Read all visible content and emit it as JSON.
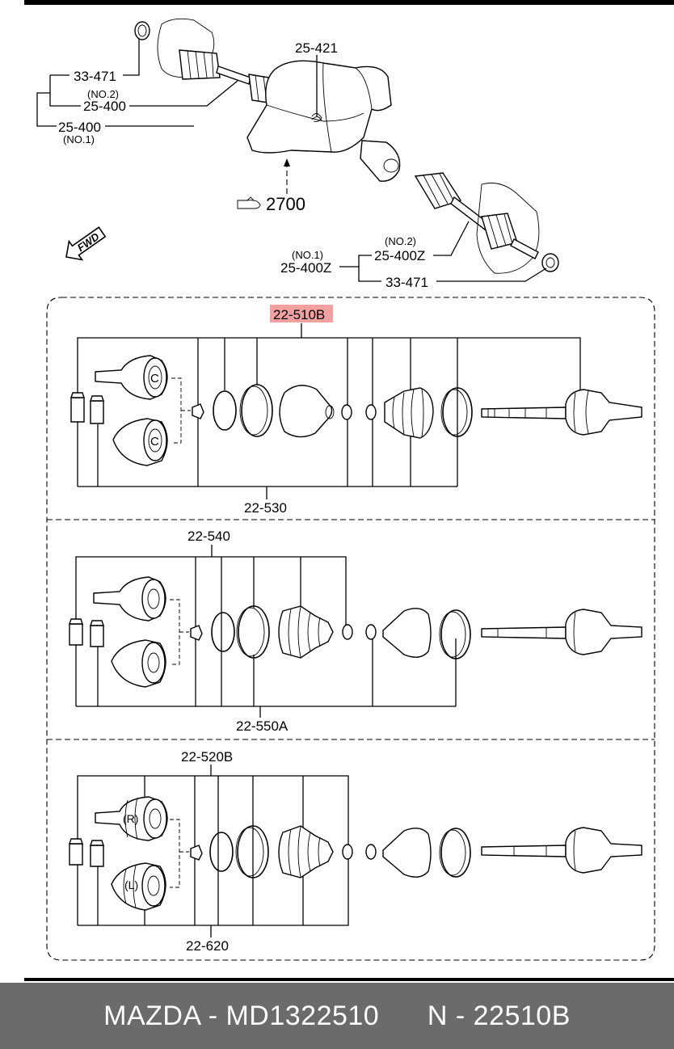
{
  "labels": {
    "p33471_top": "33-471",
    "no2_top": "(NO.2)",
    "p25400_no2": "25-400",
    "p25400_no1": "25-400",
    "no1_top": "(NO.1)",
    "p25421": "25-421",
    "p2700": "2700",
    "fwd": "FWD",
    "no2_right": "(NO.2)",
    "p25400z_no2": "25-400Z",
    "no1_right": "(NO.1)",
    "p25400z_no1": "25-400Z",
    "p33471_right": "33-471"
  },
  "panels": [
    {
      "top_label": "22-510B",
      "bottom_label": "22-530",
      "highlighted": true
    },
    {
      "top_label": "22-540",
      "bottom_label": "22-550A",
      "highlighted": false
    },
    {
      "top_label": "22-520B",
      "bottom_label": "22-620",
      "highlighted": false
    }
  ],
  "joint_marks": {
    "C": "C",
    "R": "(R)",
    "L": "(L)"
  },
  "footer": {
    "text": "MAZDA - MD1322510      N - 22510B"
  },
  "colors": {
    "highlight": "#f2a0a0",
    "footer_bg": "#6b6b6b",
    "footer_text": "#ffffff"
  }
}
